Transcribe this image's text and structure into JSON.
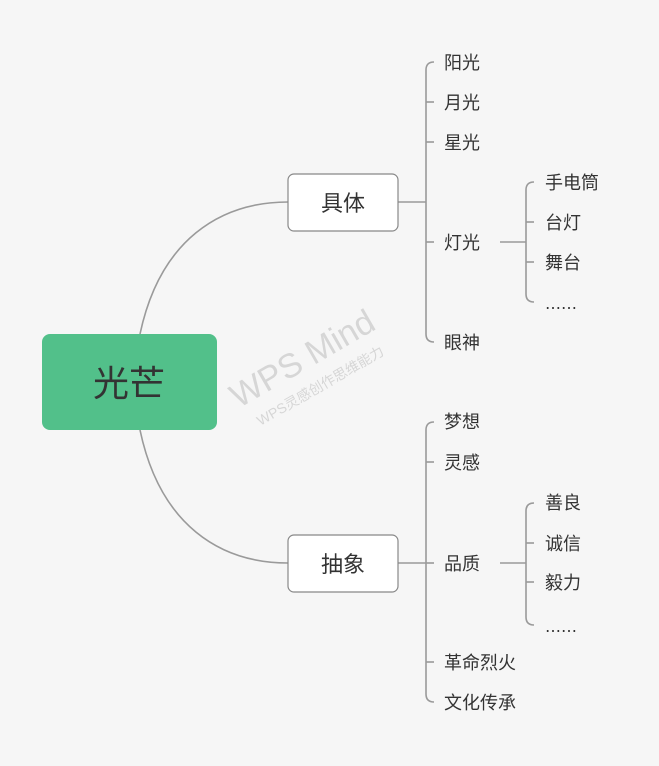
{
  "root": {
    "label": "光芒"
  },
  "branches": [
    {
      "label": "具体",
      "children": [
        {
          "label": "阳光"
        },
        {
          "label": "月光"
        },
        {
          "label": "星光"
        },
        {
          "label": "灯光",
          "children": [
            "手电筒",
            "台灯",
            "舞台",
            "……"
          ]
        },
        {
          "label": "眼神"
        }
      ]
    },
    {
      "label": "抽象",
      "children": [
        {
          "label": "梦想"
        },
        {
          "label": "灵感"
        },
        {
          "label": "品质",
          "children": [
            "善良",
            "诚信",
            "毅力",
            "……"
          ]
        },
        {
          "label": "革命烈火"
        },
        {
          "label": "文化传承"
        }
      ]
    }
  ],
  "watermark": {
    "title": "WPS Mind",
    "subtitle": "WPS灵感创作思维能力"
  },
  "colors": {
    "root_fill": "#52c08a",
    "root_text": "#ffffff",
    "line": "#9a9a9a",
    "box_border": "#888888",
    "text": "#333333"
  }
}
